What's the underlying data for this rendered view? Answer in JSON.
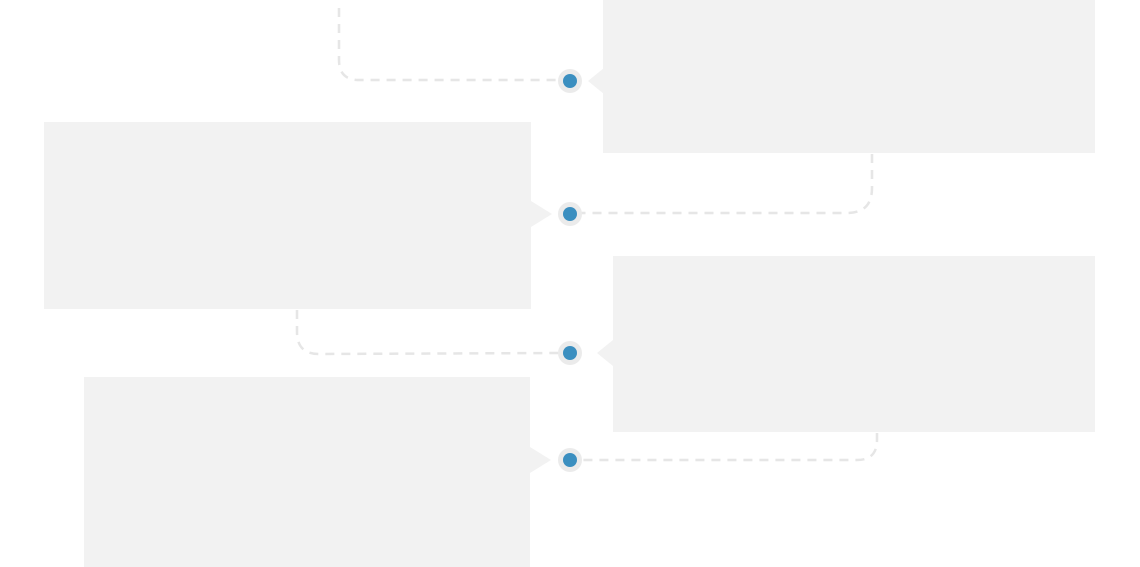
{
  "colors": {
    "panel_fill": "#f2f2f2",
    "node_dot": "#3b8fc0",
    "node_halo": "#ebebeb",
    "connector": "#e6e6e6"
  },
  "timeline": {
    "entries": [
      {
        "text": "",
        "side": "right"
      },
      {
        "text": "",
        "side": "left"
      },
      {
        "text": "",
        "side": "right"
      },
      {
        "text": "",
        "side": "left"
      }
    ]
  }
}
